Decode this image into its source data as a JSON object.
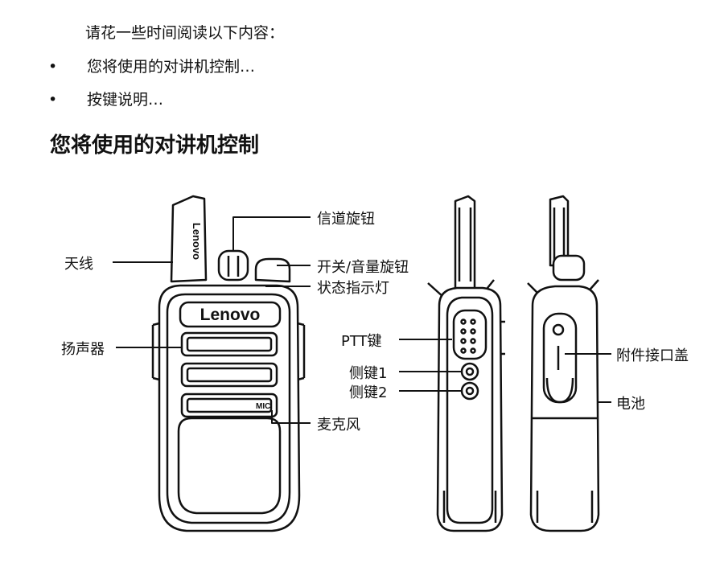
{
  "intro": "请花一些时间阅读以下内容：",
  "bullets": [
    "您将使用的对讲机控制…",
    "按键说明…"
  ],
  "heading": "您将使用的对讲机控制",
  "brand": "Lenovo",
  "mic_mark": "MIC",
  "callouts": {
    "antenna": "天线",
    "speaker": "扬声器",
    "channel_knob": "信道旋钮",
    "power_volume_knob": "开关/音量旋钮",
    "status_led": "状态指示灯",
    "ptt_key": "PTT键",
    "side_key_1": "侧键1",
    "side_key_2": "侧键2",
    "microphone": "麦克风",
    "accessory_cover": "附件接口盖",
    "battery": "电池"
  }
}
